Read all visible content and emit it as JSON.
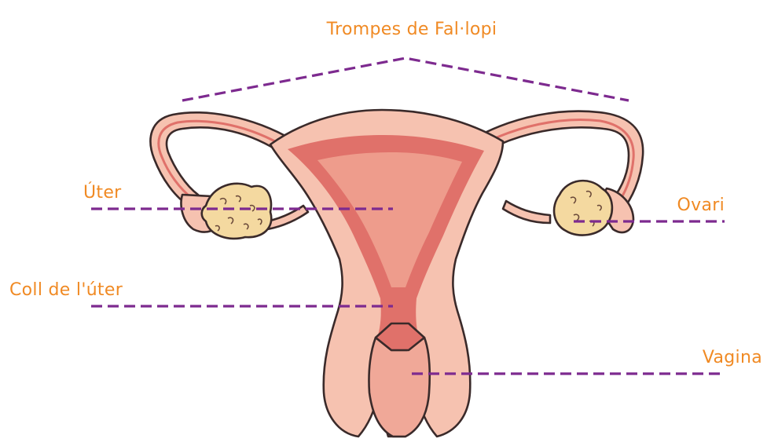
{
  "labels": {
    "fallopian_tubes": "Trompes de Fal·lopi",
    "uterus": "Úter",
    "ovary": "Ovari",
    "cervix": "Coll de l'úter",
    "vagina": "Vagina"
  },
  "colors": {
    "label_text": "#f08a24",
    "guide_line": "#7d2a8f",
    "tissue_light": "#f6c2b0",
    "tissue_mid": "#ee9c8c",
    "tissue_dark": "#e0716a",
    "ovary": "#f4d9a0",
    "outline": "#3a2a2a"
  }
}
